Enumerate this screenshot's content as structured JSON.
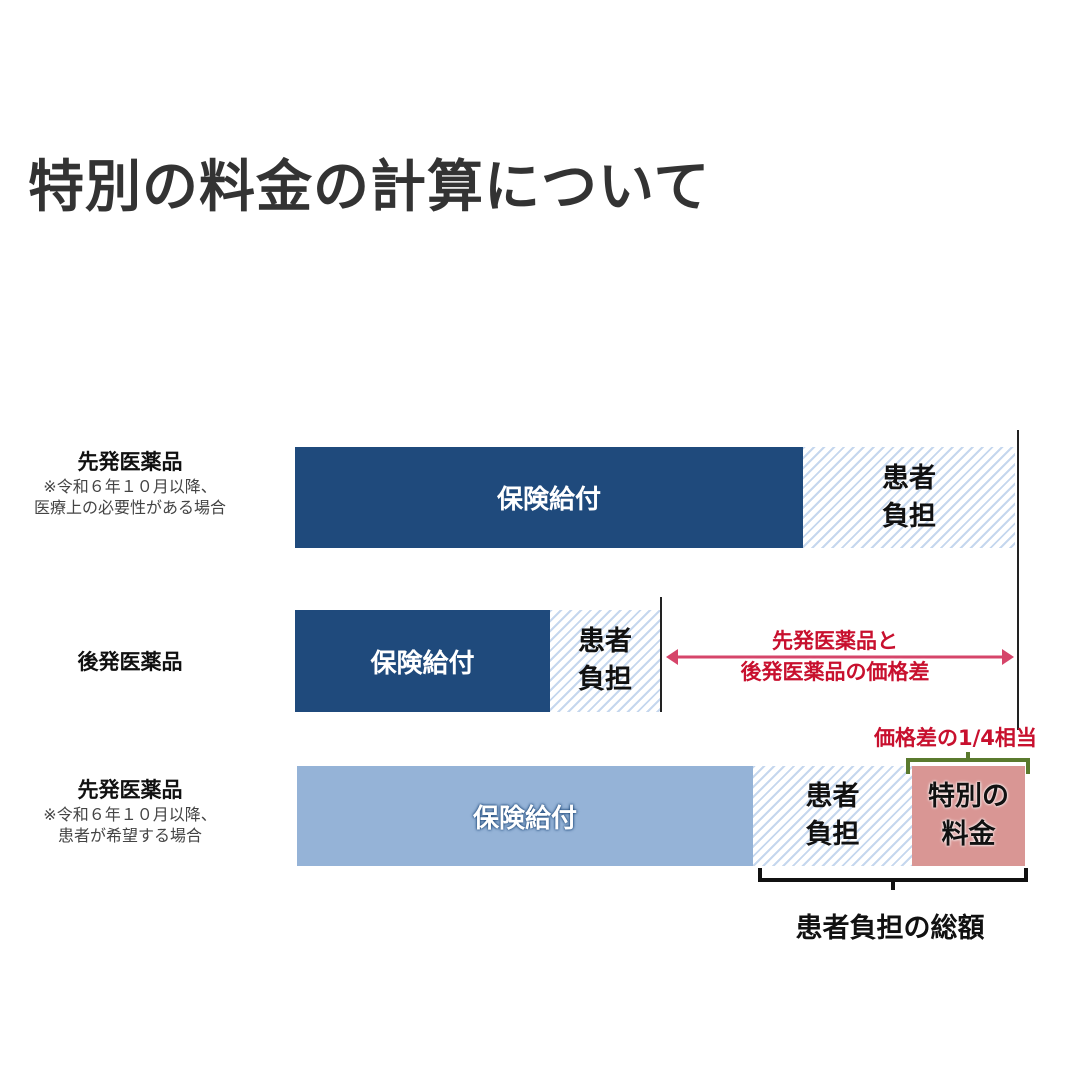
{
  "title": "特別の料金の計算について",
  "rows": [
    {
      "label": "先発医薬品",
      "note1": "※令和６年１０月以降、",
      "note2": "医療上の必要性がある場合",
      "insurance": "保険給付",
      "patient1": "患者",
      "patient2": "負担"
    },
    {
      "label": "後発医薬品",
      "insurance": "保険給付",
      "patient1": "患者",
      "patient2": "負担"
    },
    {
      "label": "先発医薬品",
      "note1": "※令和６年１０月以降、",
      "note2": "患者が希望する場合",
      "insurance": "保険給付",
      "patient1": "患者",
      "patient2": "負担",
      "special1": "特別の",
      "special2": "料金"
    }
  ],
  "price_diff": {
    "line1": "先発医薬品と",
    "line2": "後発医薬品の価格差"
  },
  "quarter_label": "価格差の1/4相当",
  "total_label": "患者負担の総額",
  "colors": {
    "dark": "#1f4a7c",
    "light": "#95b3d7",
    "pink": "#d99694",
    "red": "#c8102e",
    "green": "#5a7a2e"
  }
}
